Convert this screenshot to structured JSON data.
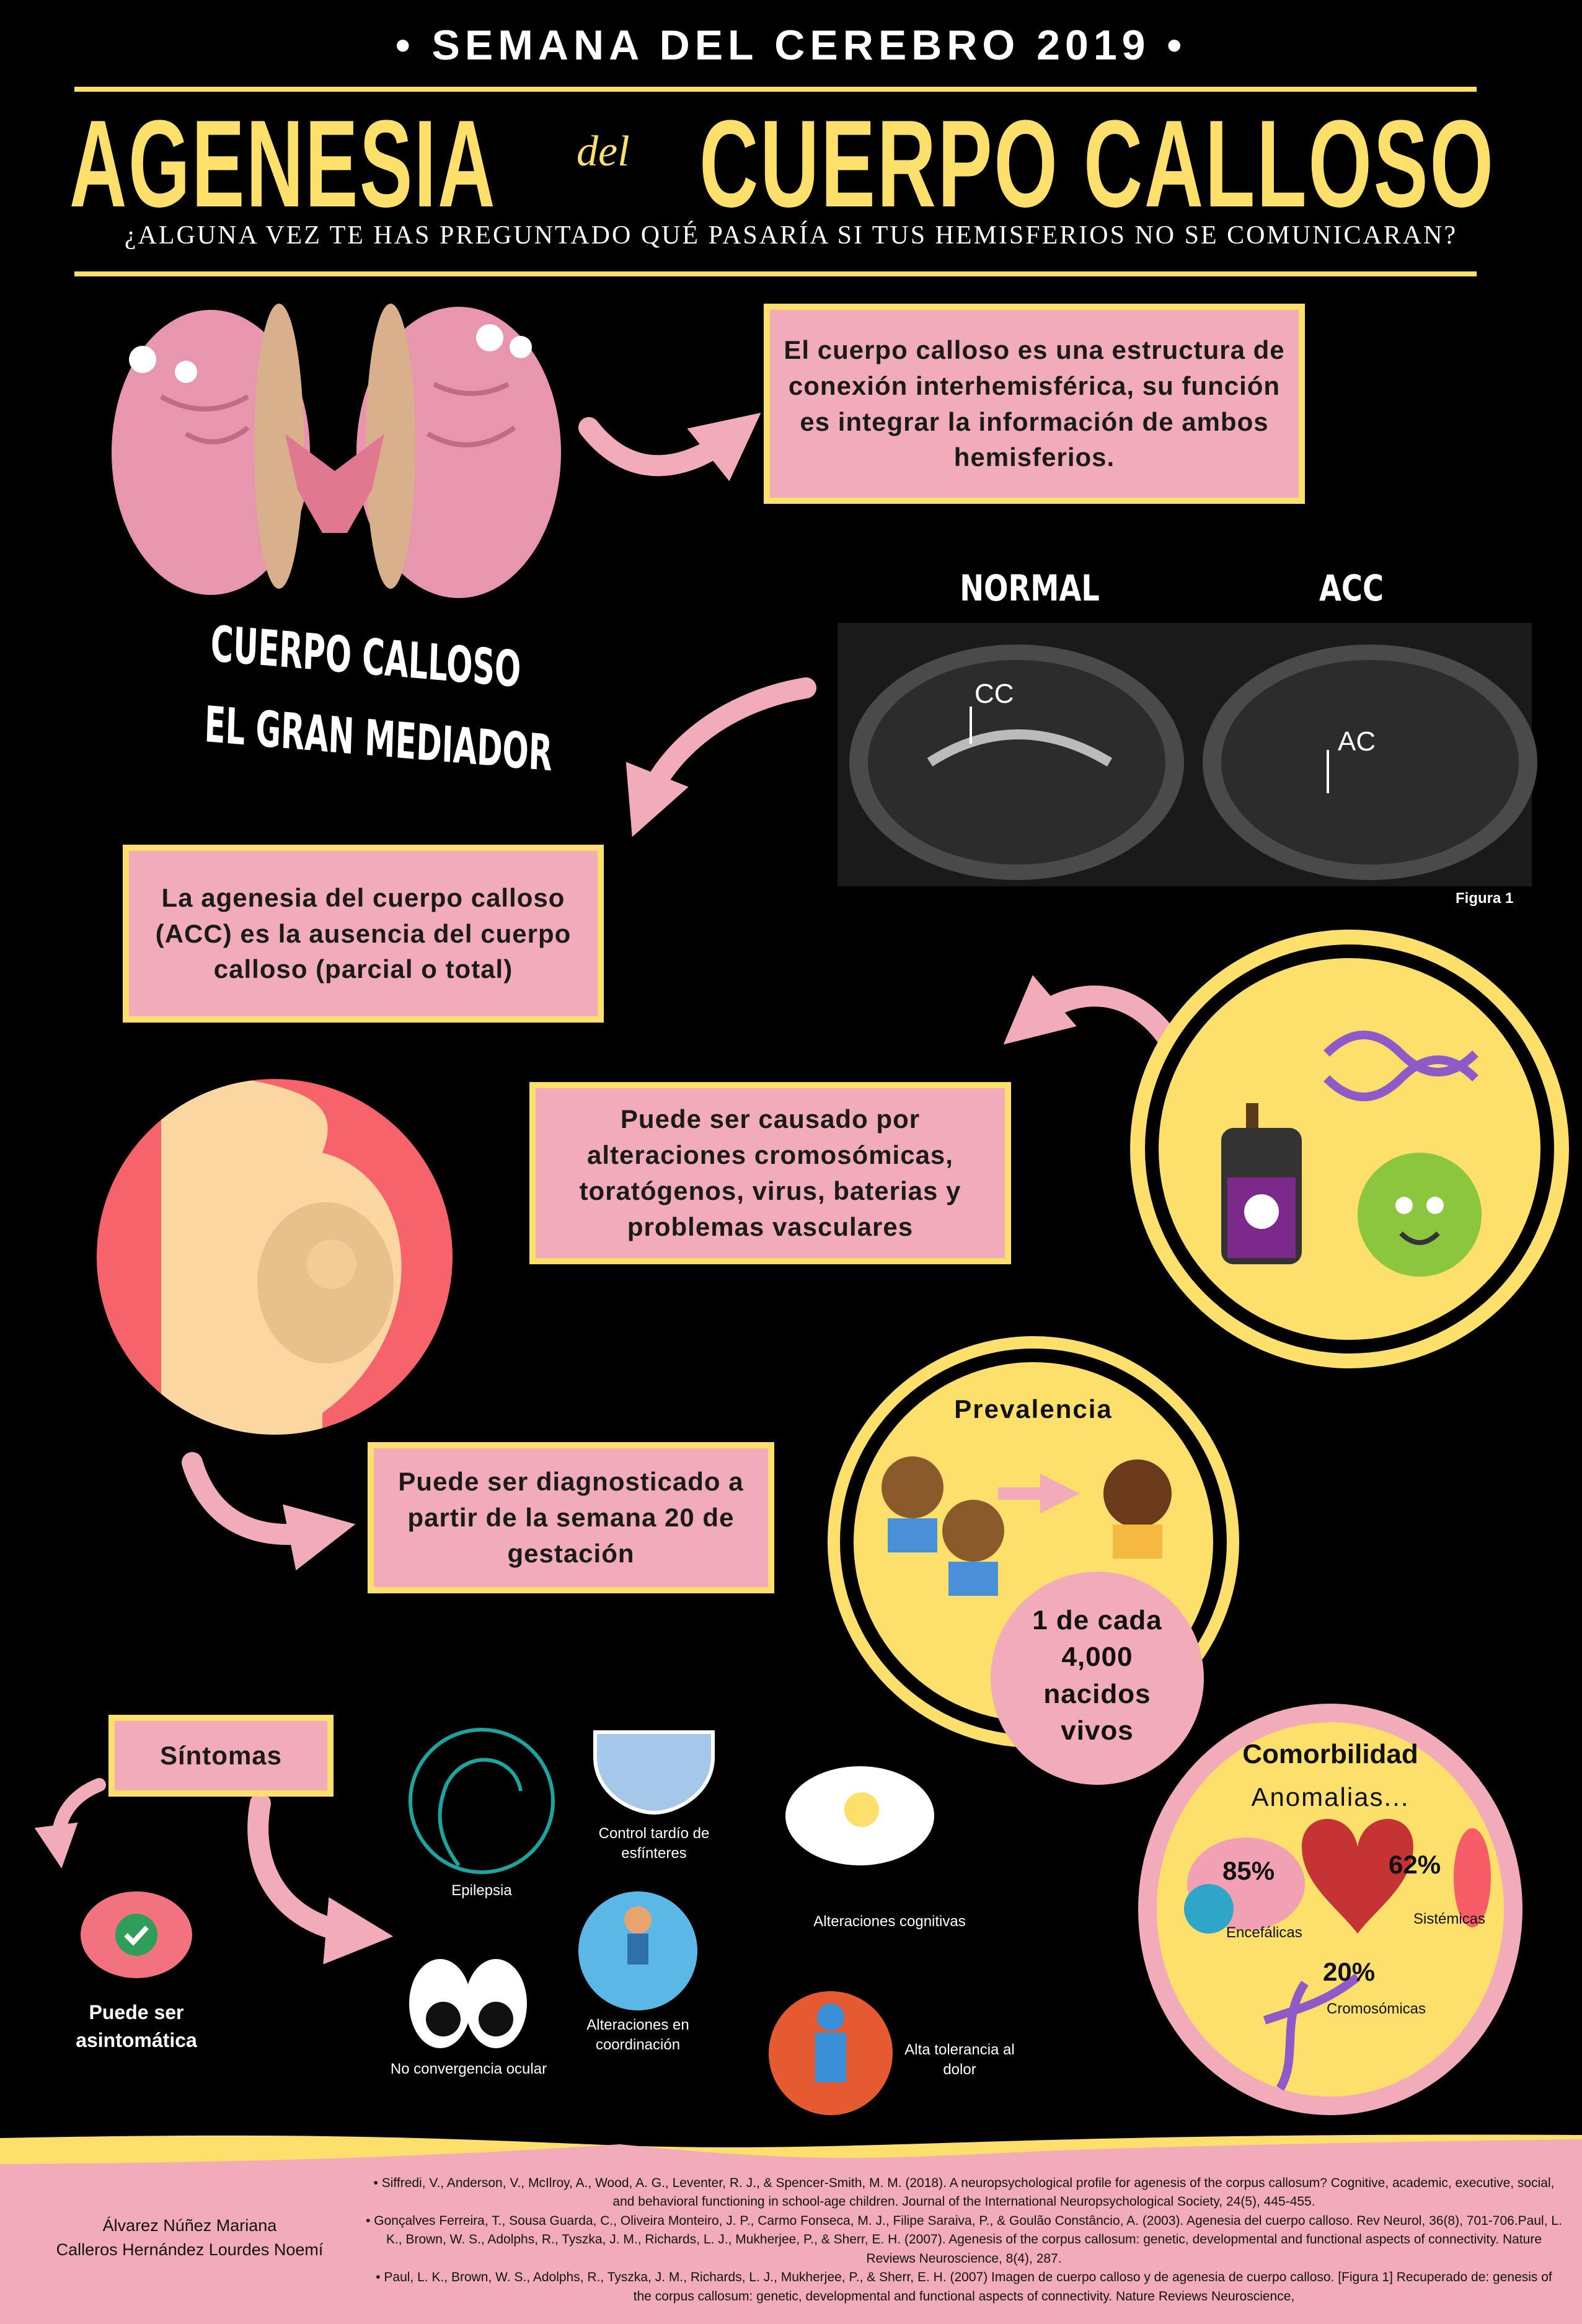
{
  "header": {
    "top_title": "• SEMANA DEL CEREBRO 2019 •",
    "title_left": "AGENESIA",
    "title_mid": "del",
    "title_right": "CUERPO CALLOSO",
    "subtitle": "¿ALGUNA VEZ TE HAS PREGUNTADO QUÉ PASARÍA SI TUS HEMISFERIOS NO SE COMUNICARAN?"
  },
  "colors": {
    "yellow": "#FDE06B",
    "pink": "#F2ACB9",
    "red": "#F7636A",
    "skin": "#FAD7A0",
    "background": "#000000"
  },
  "brain_caption": {
    "line1": "CUERPO CALLOSO",
    "line2": "EL GRAN MEDIADOR"
  },
  "boxes": {
    "definition": "El cuerpo calloso es una estructura de conexión interhemisférica, su función es integrar la información de ambos hemisferios.",
    "agenesis": "La agenesia del cuerpo calloso (ACC) es la ausencia del cuerpo calloso (parcial o total)",
    "causes": "Puede ser causado por alteraciones cromosómicas, toratógenos, virus, baterias y problemas vasculares",
    "diagnosis": "Puede ser diagnosticado a partir de la semana 20 de gestación",
    "symptoms": "Síntomas"
  },
  "figure": {
    "label_normal": "NORMAL",
    "label_acc": "ACC",
    "marker_cc": "CC",
    "marker_ac": "AC",
    "caption": "Figura 1"
  },
  "prevalence": {
    "title": "Prevalencia",
    "stat": "1 de cada 4,000 nacidos vivos"
  },
  "comorbidity": {
    "title": "Comorbilidad",
    "subtitle": "Anomalias...",
    "items": [
      {
        "label": "Encefálicas",
        "percent": "85%"
      },
      {
        "label": "Sistémicas",
        "percent": "62%"
      },
      {
        "label": "Cromosómicas",
        "percent": "20%"
      }
    ]
  },
  "symptoms": {
    "asymptomatic": "Puede ser asintomática",
    "epilepsy": "Epilepsia",
    "sphincter": "Control tardío de esfínteres",
    "ocular": "No convergencia ocular",
    "coordination": "Alteraciones en coordinación",
    "cognitive": "Alteraciones cognitivas",
    "pain": "Alta tolerancia al dolor"
  },
  "footer": {
    "authors": [
      "Álvarez Núñez Mariana",
      "Calleros Hernández Lourdes Noemí"
    ],
    "references": [
      "Siffredi, V., Anderson, V., McIlroy, A., Wood, A. G., Leventer, R. J., & Spencer-Smith, M. M. (2018). A neuropsychological profile for agenesis of the corpus callosum? Cognitive, academic, executive, social, and behavioral functioning in school-age children. Journal of the International Neuropsychological Society, 24(5), 445-455.",
      "Gonçalves Ferreira, T., Sousa Guarda, C., Oliveira Monteiro, J. P., Carmo Fonseca, M. J., Filipe Saraiva, P., & Goulão Constâncio, A. (2003). Agenesia del cuerpo calloso. Rev Neurol, 36(8), 701-706.Paul, L. K., Brown, W. S., Adolphs, R., Tyszka, J. M., Richards, L. J., Mukherjee, P., & Sherr, E. H. (2007). Agenesis of the corpus callosum: genetic, developmental and functional aspects of connectivity. Nature Reviews Neuroscience, 8(4), 287.",
      "Paul, L. K., Brown, W. S., Adolphs, R., Tyszka, J. M., Richards, L. J., Mukherjee, P., & Sherr, E. H. (2007) Imagen de cuerpo calloso y de agenesia de cuerpo calloso. [Figura 1] Recuperado de: genesis of the corpus callosum: genetic, developmental and functional aspects of connectivity. Nature Reviews Neuroscience,"
    ]
  }
}
